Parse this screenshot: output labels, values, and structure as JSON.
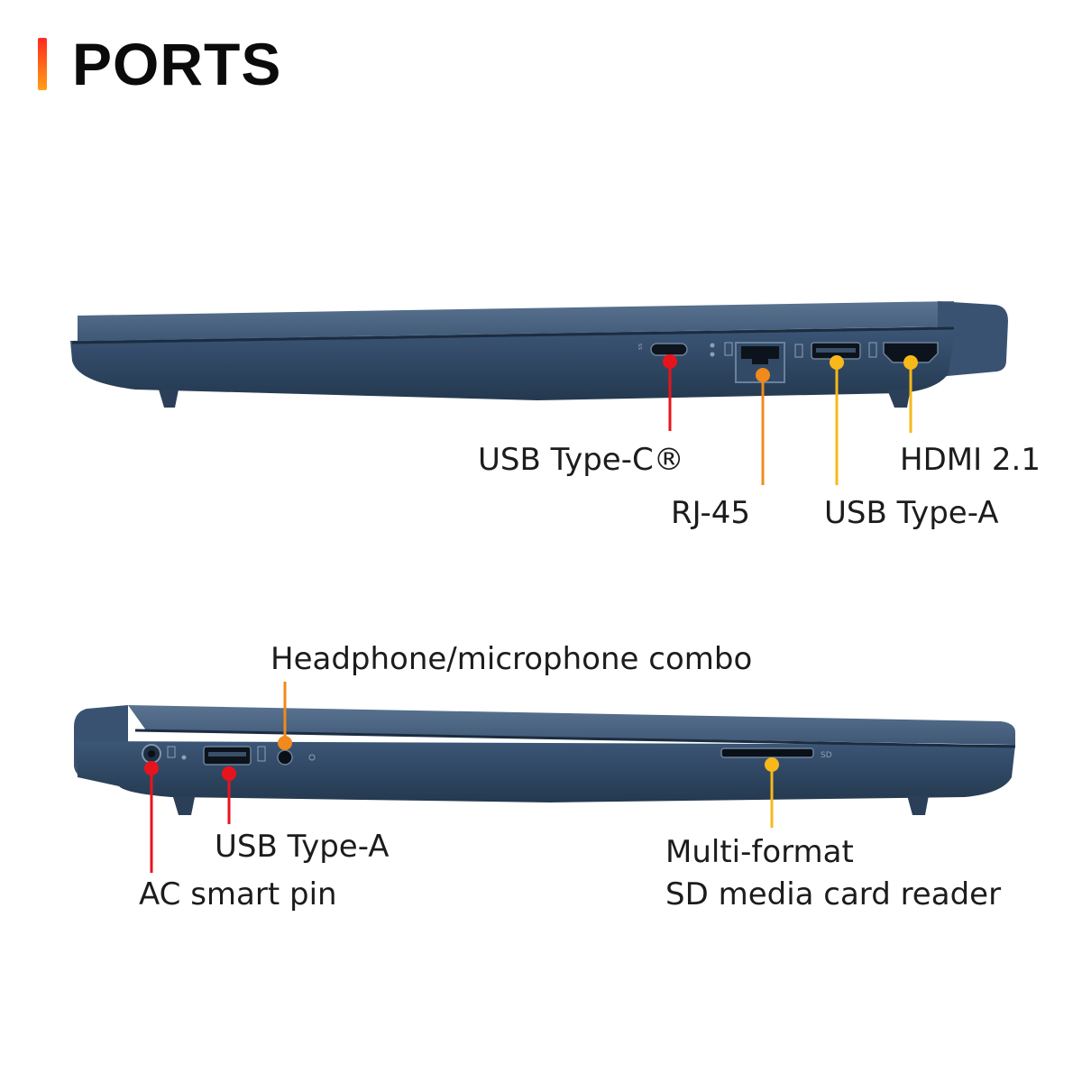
{
  "heading": "PORTS",
  "colors": {
    "red": "#e8141c",
    "orange": "#f08a1c",
    "yellow": "#f7b81a",
    "chassis": "#3b5572"
  },
  "right_side": {
    "ports": [
      {
        "id": "usb_c",
        "label": "USB Type-C®",
        "color": "red"
      },
      {
        "id": "rj45",
        "label": "RJ-45",
        "color": "orange"
      },
      {
        "id": "usb_a",
        "label": "USB Type-A",
        "color": "yellow"
      },
      {
        "id": "hdmi",
        "label": "HDMI 2.1",
        "color": "yellow"
      }
    ],
    "engraving_sd": ""
  },
  "left_side": {
    "ports": [
      {
        "id": "ac_pin",
        "label": "AC smart pin",
        "color": "red"
      },
      {
        "id": "usb_a",
        "label": "USB Type-A",
        "color": "red"
      },
      {
        "id": "audio",
        "label": "Headphone/microphone combo",
        "color": "orange"
      },
      {
        "id": "sd_reader",
        "label_line1": "Multi-format",
        "label_line2": "SD media card reader",
        "color": "yellow"
      }
    ],
    "engraving_sd": "SD"
  }
}
